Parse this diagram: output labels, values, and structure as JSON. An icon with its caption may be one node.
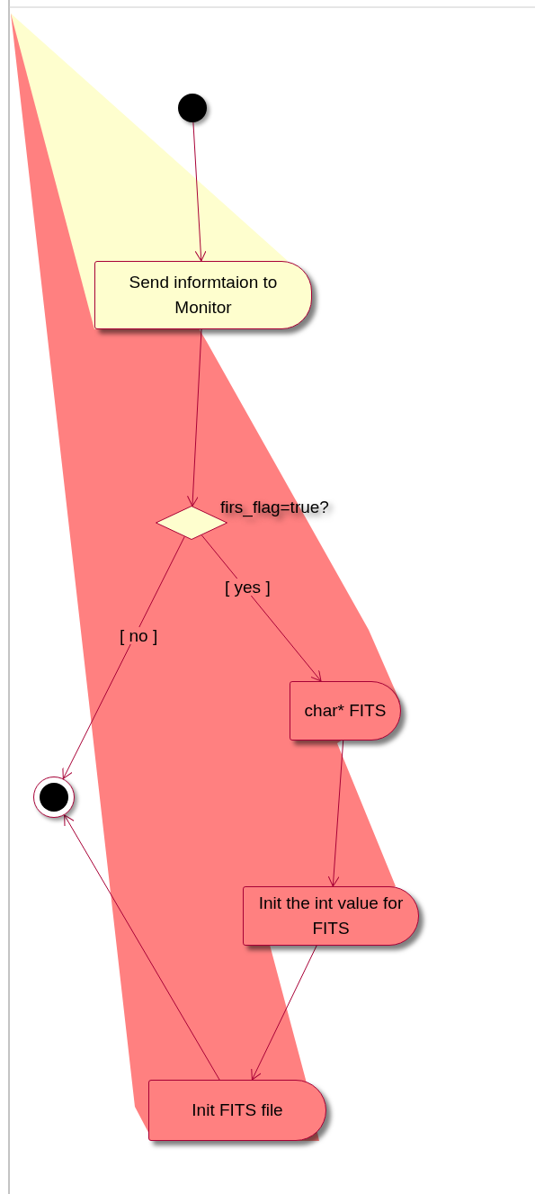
{
  "diagram": {
    "nodes": [
      {
        "text": [],
        "shape": "circle"
      },
      {
        "text": [
          "Send informtaion to Monitor"
        ]
      },
      {
        "text": [],
        "shape": "diamond",
        "beside": [
          "firs_flag=true?"
        ]
      },
      {
        "text": [
          "char* FITS"
        ]
      },
      {
        "text": [
          "Init the int value for FITS"
        ]
      },
      {
        "text": [
          "Init FITS file"
        ]
      },
      {
        "text": [],
        "shape": "circle"
      }
    ],
    "edges": [
      {
        "from": 0,
        "to": 1,
        "arrow": "to"
      },
      {
        "from": 1,
        "to": 2,
        "arrow": "to"
      },
      {
        "from": 2,
        "to": 3,
        "arrow": "to",
        "label": "[ yes ]"
      },
      {
        "from": 2,
        "to": 6,
        "arrow": "to",
        "label": "[ no ]"
      },
      {
        "from": 3,
        "to": 4,
        "arrow": "to"
      },
      {
        "from": 4,
        "to": 5,
        "arrow": "to"
      },
      {
        "from": 5,
        "to": 6,
        "arrow": "to"
      }
    ]
  }
}
